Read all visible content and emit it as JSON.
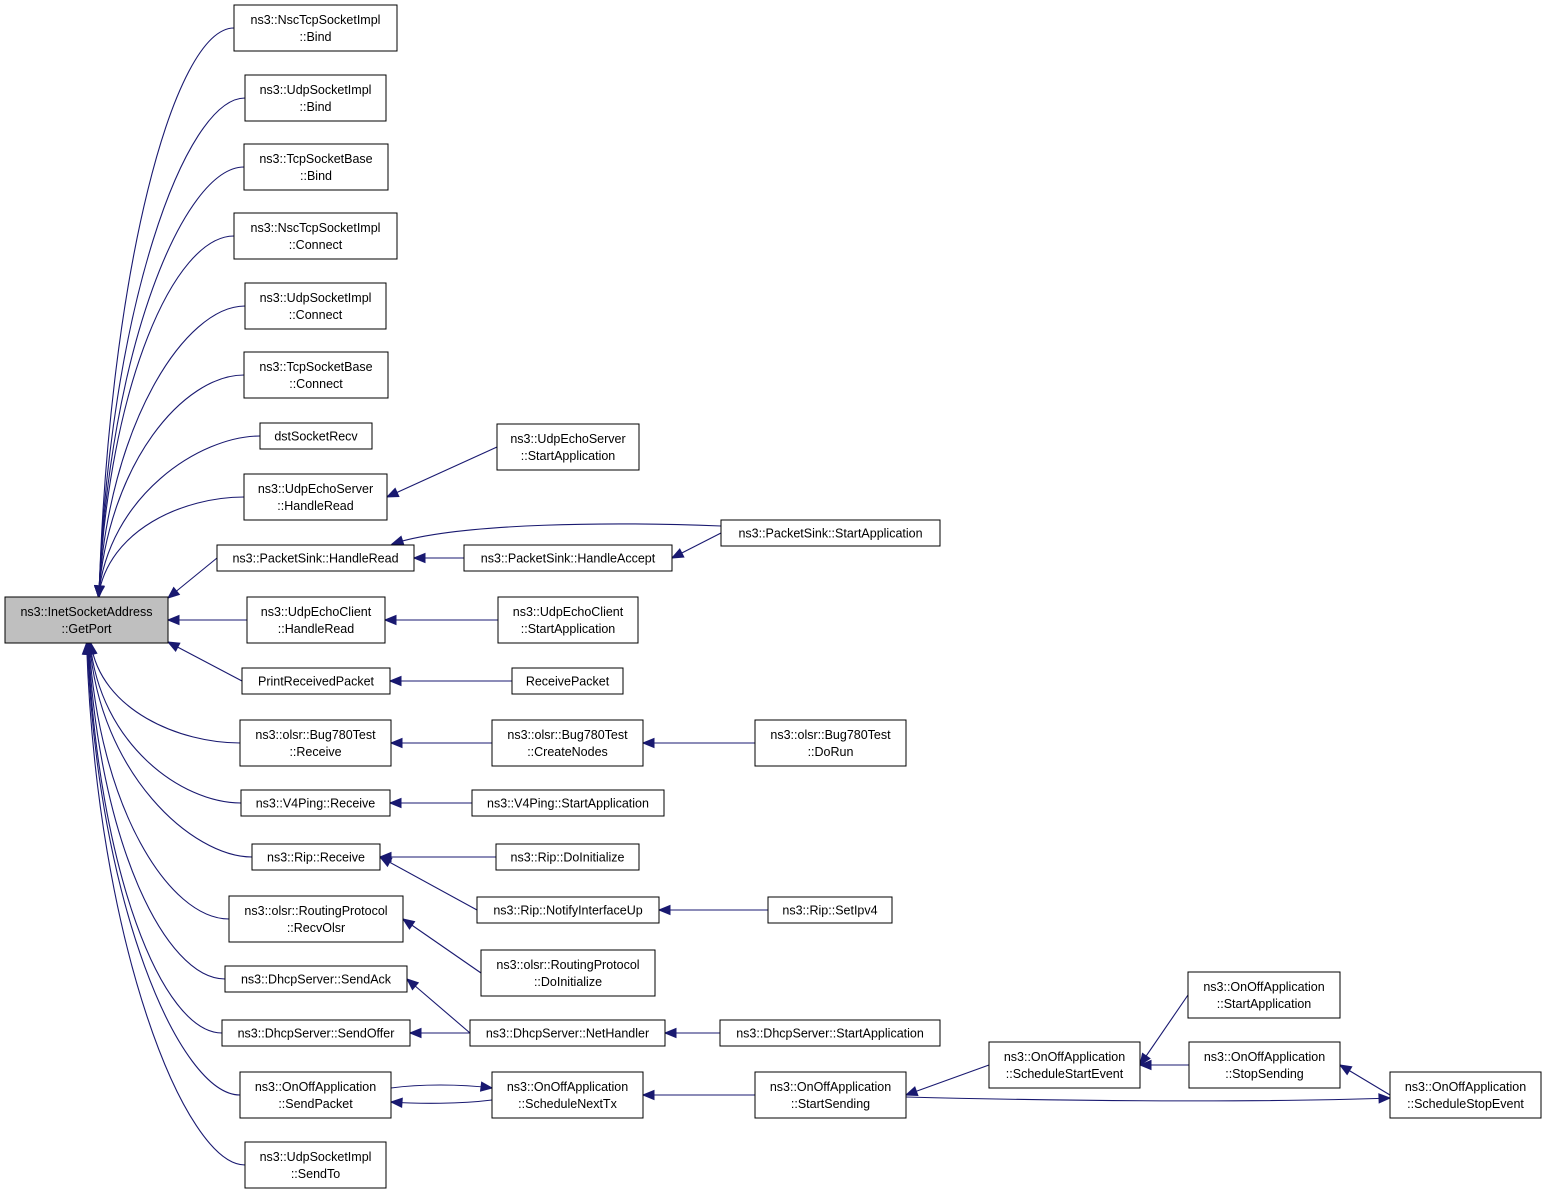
{
  "graph": {
    "nodes": [
      {
        "id": "getport",
        "lines": [
          "ns3::InetSocketAddress",
          "::GetPort"
        ],
        "root": true
      },
      {
        "id": "nsc_bind",
        "lines": [
          "ns3::NscTcpSocketImpl",
          "::Bind"
        ]
      },
      {
        "id": "udp_bind",
        "lines": [
          "ns3::UdpSocketImpl",
          "::Bind"
        ]
      },
      {
        "id": "tcp_bind",
        "lines": [
          "ns3::TcpSocketBase",
          "::Bind"
        ]
      },
      {
        "id": "nsc_connect",
        "lines": [
          "ns3::NscTcpSocketImpl",
          "::Connect"
        ]
      },
      {
        "id": "udp_connect",
        "lines": [
          "ns3::UdpSocketImpl",
          "::Connect"
        ]
      },
      {
        "id": "tcp_connect",
        "lines": [
          "ns3::TcpSocketBase",
          "::Connect"
        ]
      },
      {
        "id": "dstsocketrecv",
        "lines": [
          "dstSocketRecv"
        ]
      },
      {
        "id": "echoserver_handleread",
        "lines": [
          "ns3::UdpEchoServer",
          "::HandleRead"
        ]
      },
      {
        "id": "echoserver_start",
        "lines": [
          "ns3::UdpEchoServer",
          "::StartApplication"
        ]
      },
      {
        "id": "packetsink_handleread",
        "lines": [
          "ns3::PacketSink::HandleRead"
        ]
      },
      {
        "id": "packetsink_handleaccept",
        "lines": [
          "ns3::PacketSink::HandleAccept"
        ]
      },
      {
        "id": "packetsink_start",
        "lines": [
          "ns3::PacketSink::StartApplication"
        ]
      },
      {
        "id": "echoclient_handleread",
        "lines": [
          "ns3::UdpEchoClient",
          "::HandleRead"
        ]
      },
      {
        "id": "echoclient_start",
        "lines": [
          "ns3::UdpEchoClient",
          "::StartApplication"
        ]
      },
      {
        "id": "printreceived",
        "lines": [
          "PrintReceivedPacket"
        ]
      },
      {
        "id": "receivepacket",
        "lines": [
          "ReceivePacket"
        ]
      },
      {
        "id": "bug780_receive",
        "lines": [
          "ns3::olsr::Bug780Test",
          "::Receive"
        ]
      },
      {
        "id": "bug780_createnodes",
        "lines": [
          "ns3::olsr::Bug780Test",
          "::CreateNodes"
        ]
      },
      {
        "id": "bug780_dorun",
        "lines": [
          "ns3::olsr::Bug780Test",
          "::DoRun"
        ]
      },
      {
        "id": "v4ping_receive",
        "lines": [
          "ns3::V4Ping::Receive"
        ]
      },
      {
        "id": "v4ping_start",
        "lines": [
          "ns3::V4Ping::StartApplication"
        ]
      },
      {
        "id": "rip_receive",
        "lines": [
          "ns3::Rip::Receive"
        ]
      },
      {
        "id": "rip_doinit",
        "lines": [
          "ns3::Rip::DoInitialize"
        ]
      },
      {
        "id": "rip_notify",
        "lines": [
          "ns3::Rip::NotifyInterfaceUp"
        ]
      },
      {
        "id": "rip_setipv4",
        "lines": [
          "ns3::Rip::SetIpv4"
        ]
      },
      {
        "id": "olsr_recv",
        "lines": [
          "ns3::olsr::RoutingProtocol",
          "::RecvOlsr"
        ]
      },
      {
        "id": "olsr_doinit",
        "lines": [
          "ns3::olsr::RoutingProtocol",
          "::DoInitialize"
        ]
      },
      {
        "id": "dhcp_sendack",
        "lines": [
          "ns3::DhcpServer::SendAck"
        ]
      },
      {
        "id": "dhcp_sendoffer",
        "lines": [
          "ns3::DhcpServer::SendOffer"
        ]
      },
      {
        "id": "dhcp_nethandler",
        "lines": [
          "ns3::DhcpServer::NetHandler"
        ]
      },
      {
        "id": "dhcp_start",
        "lines": [
          "ns3::DhcpServer::StartApplication"
        ]
      },
      {
        "id": "onoff_sendpacket",
        "lines": [
          "ns3::OnOffApplication",
          "::SendPacket"
        ]
      },
      {
        "id": "onoff_schednexttx",
        "lines": [
          "ns3::OnOffApplication",
          "::ScheduleNextTx"
        ]
      },
      {
        "id": "onoff_startsending",
        "lines": [
          "ns3::OnOffApplication",
          "::StartSending"
        ]
      },
      {
        "id": "onoff_schedstart",
        "lines": [
          "ns3::OnOffApplication",
          "::ScheduleStartEvent"
        ]
      },
      {
        "id": "onoff_startapp",
        "lines": [
          "ns3::OnOffApplication",
          "::StartApplication"
        ]
      },
      {
        "id": "onoff_stopsending",
        "lines": [
          "ns3::OnOffApplication",
          "::StopSending"
        ]
      },
      {
        "id": "onoff_schedstop",
        "lines": [
          "ns3::OnOffApplication",
          "::ScheduleStopEvent"
        ]
      },
      {
        "id": "udp_sendto",
        "lines": [
          "ns3::UdpSocketImpl",
          "::SendTo"
        ]
      }
    ],
    "edges": [
      {
        "from": "nsc_bind",
        "to": "getport"
      },
      {
        "from": "udp_bind",
        "to": "getport"
      },
      {
        "from": "tcp_bind",
        "to": "getport"
      },
      {
        "from": "nsc_connect",
        "to": "getport"
      },
      {
        "from": "udp_connect",
        "to": "getport"
      },
      {
        "from": "tcp_connect",
        "to": "getport"
      },
      {
        "from": "dstsocketrecv",
        "to": "getport"
      },
      {
        "from": "echoserver_handleread",
        "to": "getport"
      },
      {
        "from": "packetsink_handleread",
        "to": "getport"
      },
      {
        "from": "echoclient_handleread",
        "to": "getport"
      },
      {
        "from": "printreceived",
        "to": "getport"
      },
      {
        "from": "bug780_receive",
        "to": "getport"
      },
      {
        "from": "v4ping_receive",
        "to": "getport"
      },
      {
        "from": "rip_receive",
        "to": "getport"
      },
      {
        "from": "olsr_recv",
        "to": "getport"
      },
      {
        "from": "dhcp_sendack",
        "to": "getport"
      },
      {
        "from": "dhcp_sendoffer",
        "to": "getport"
      },
      {
        "from": "onoff_sendpacket",
        "to": "getport"
      },
      {
        "from": "udp_sendto",
        "to": "getport"
      },
      {
        "from": "echoserver_start",
        "to": "echoserver_handleread"
      },
      {
        "from": "packetsink_start",
        "to": "packetsink_handleread"
      },
      {
        "from": "packetsink_handleaccept",
        "to": "packetsink_handleread"
      },
      {
        "from": "packetsink_start",
        "to": "packetsink_handleaccept"
      },
      {
        "from": "echoclient_start",
        "to": "echoclient_handleread"
      },
      {
        "from": "receivepacket",
        "to": "printreceived"
      },
      {
        "from": "bug780_createnodes",
        "to": "bug780_receive"
      },
      {
        "from": "bug780_dorun",
        "to": "bug780_createnodes"
      },
      {
        "from": "v4ping_start",
        "to": "v4ping_receive"
      },
      {
        "from": "rip_doinit",
        "to": "rip_receive"
      },
      {
        "from": "rip_notify",
        "to": "rip_receive"
      },
      {
        "from": "rip_setipv4",
        "to": "rip_notify"
      },
      {
        "from": "olsr_doinit",
        "to": "olsr_recv"
      },
      {
        "from": "dhcp_nethandler",
        "to": "dhcp_sendack"
      },
      {
        "from": "dhcp_nethandler",
        "to": "dhcp_sendoffer"
      },
      {
        "from": "dhcp_start",
        "to": "dhcp_nethandler"
      },
      {
        "from": "onoff_schednexttx",
        "to": "onoff_sendpacket"
      },
      {
        "from": "onoff_sendpacket",
        "to": "onoff_schednexttx"
      },
      {
        "from": "onoff_startsending",
        "to": "onoff_schednexttx"
      },
      {
        "from": "onoff_schedstart",
        "to": "onoff_startsending"
      },
      {
        "from": "onoff_startapp",
        "to": "onoff_schedstart"
      },
      {
        "from": "onoff_stopsending",
        "to": "onoff_schedstart"
      },
      {
        "from": "onoff_schedstop",
        "to": "onoff_stopsending"
      },
      {
        "from": "onoff_startsending",
        "to": "onoff_schedstop"
      }
    ]
  },
  "colors": {
    "edge": "#191970",
    "root_fill": "#bfbfbf",
    "node_fill": "#ffffff",
    "border": "#000000"
  }
}
